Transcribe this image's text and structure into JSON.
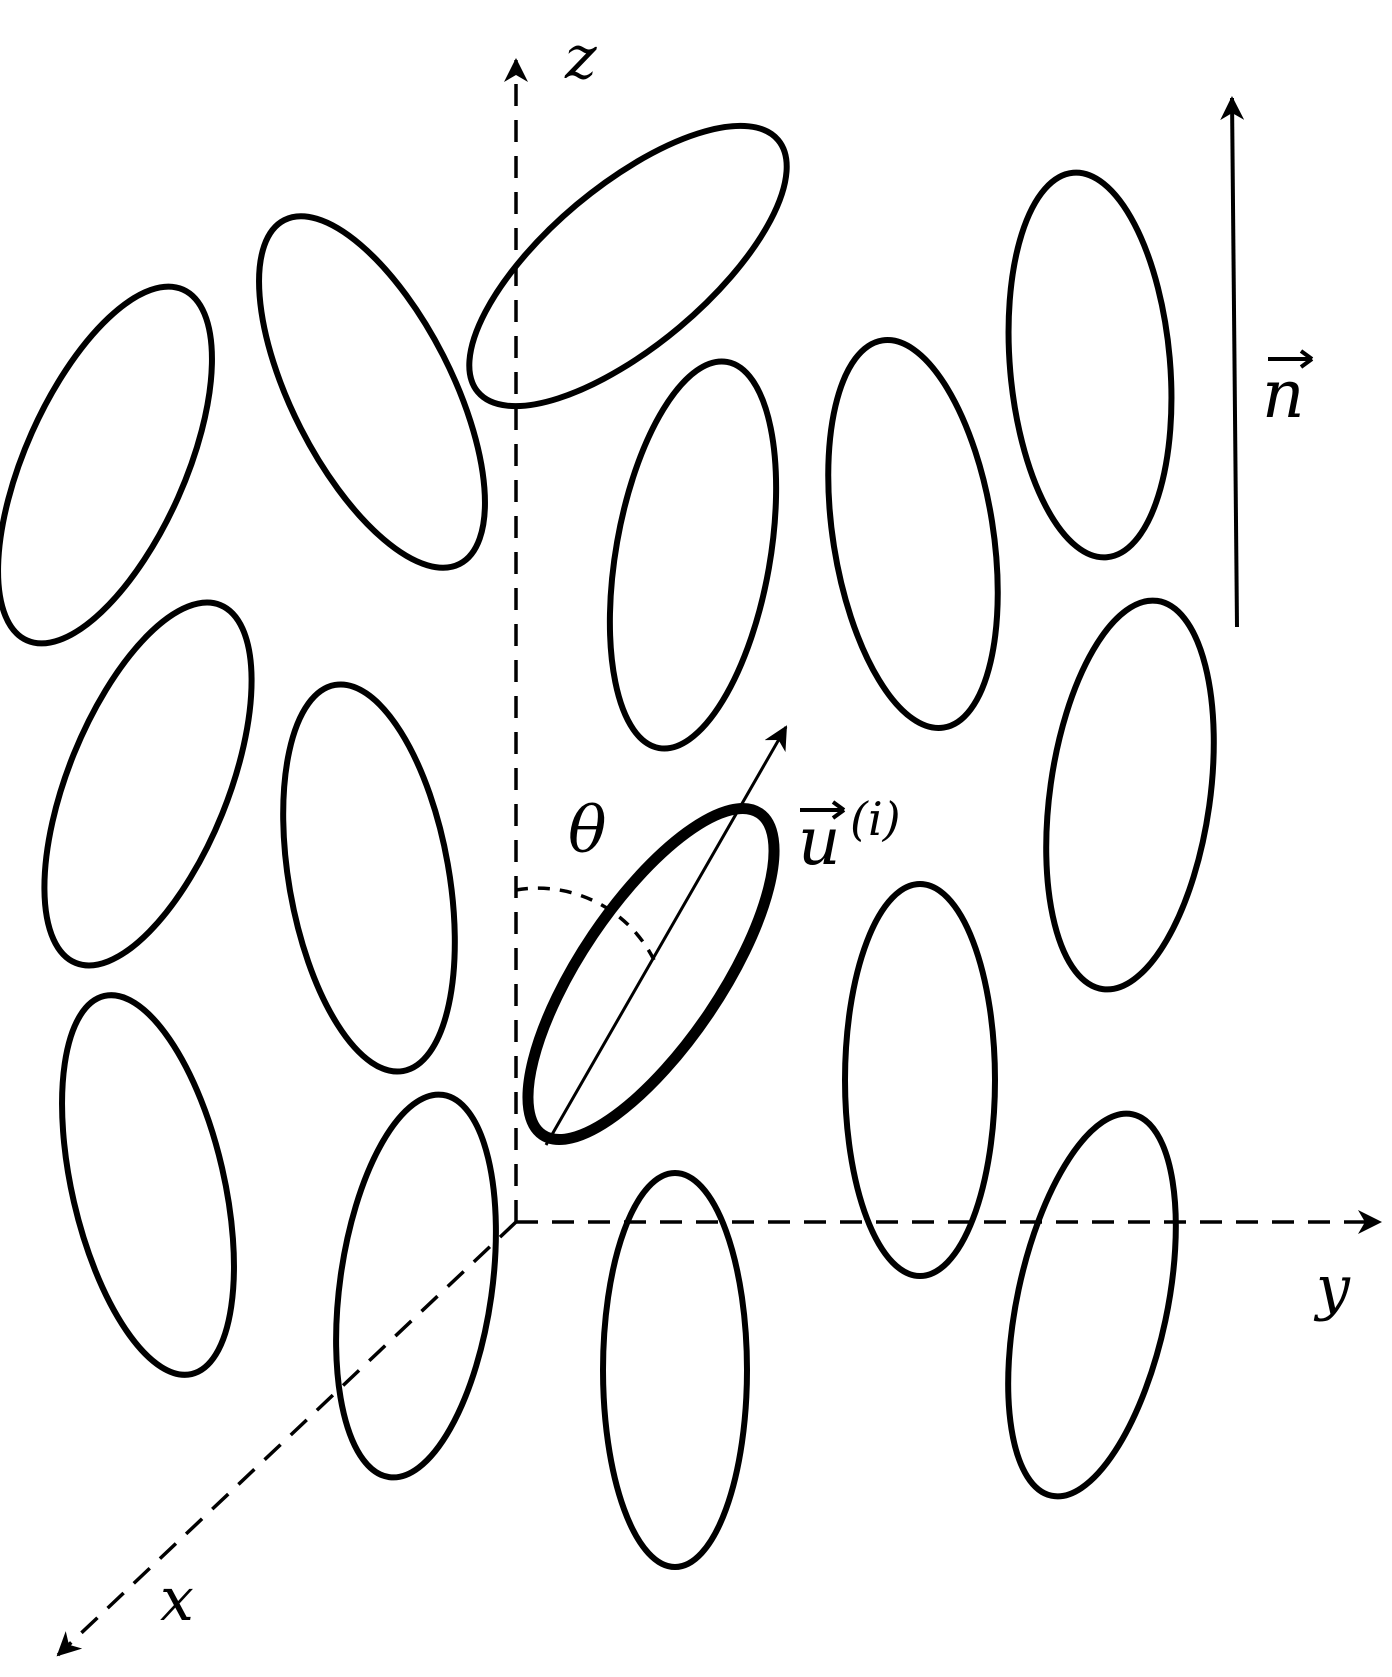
{
  "labels": {
    "z_axis": "z",
    "y_axis": "y",
    "x_axis": "x",
    "director": "n",
    "angle": "θ",
    "molecule_vector": "u",
    "molecule_superscript": "(i)"
  },
  "colors": {
    "stroke": "#000000",
    "background": "#ffffff"
  }
}
